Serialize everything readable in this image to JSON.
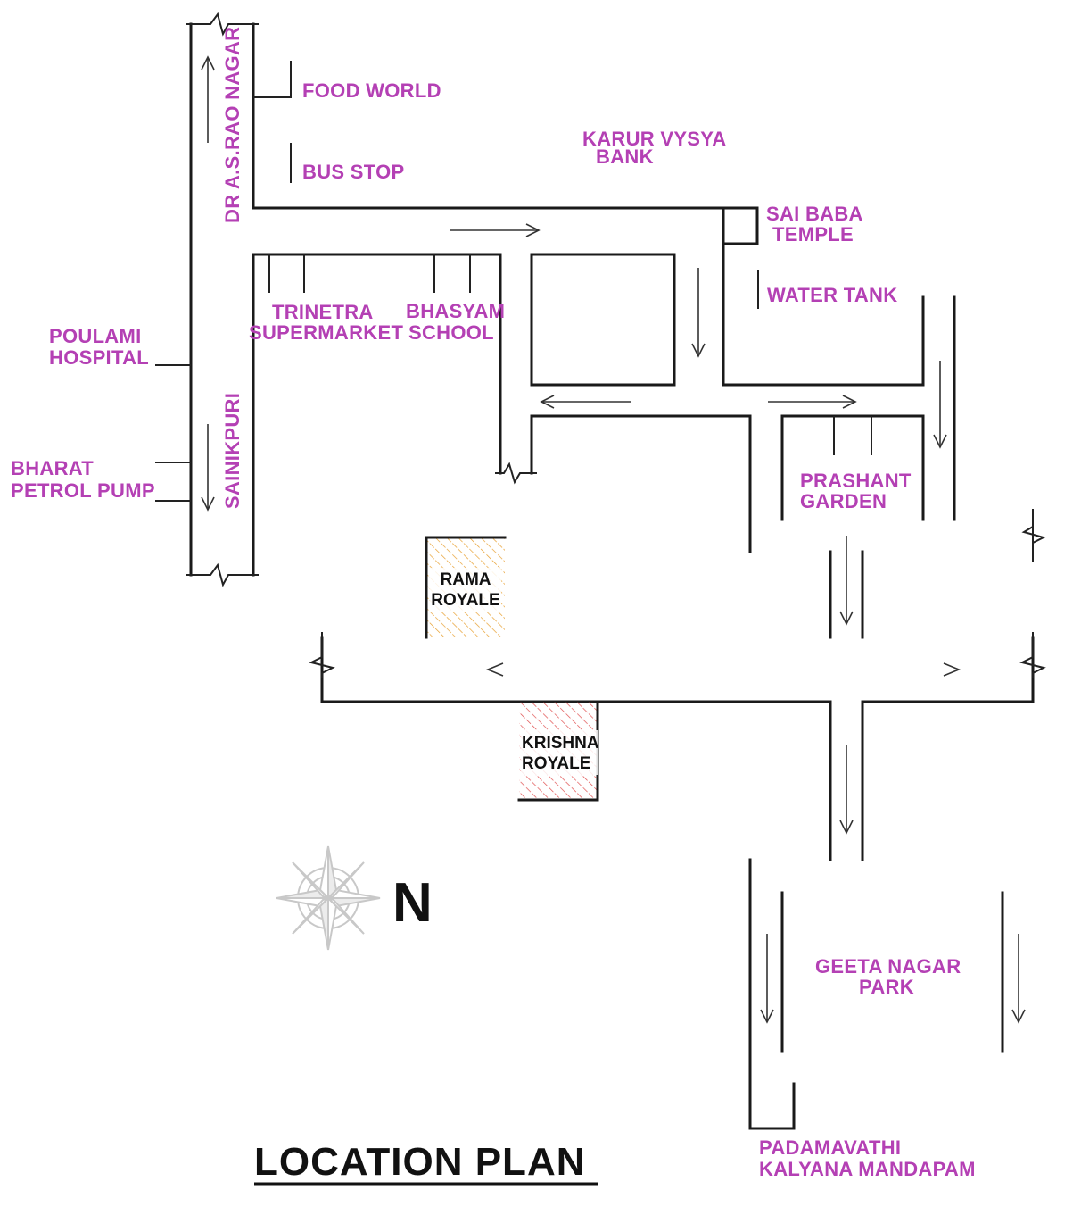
{
  "colors": {
    "label": "#b440b4",
    "road": "#1a1a1a",
    "rama_royale_hatch": "#e8a030",
    "krishna_royale_hatch": "#e05050",
    "compass": "#cfcfcf"
  },
  "roads": {
    "vertical_road_top_label": "DR A.S.RAO NAGAR",
    "vertical_road_bottom_label": "SAINIKPURI"
  },
  "landmarks": {
    "food_world": "FOOD WORLD",
    "bus_stop": "BUS STOP",
    "karur_vysya_bank": [
      "KARUR VYSYA",
      "BANK"
    ],
    "sai_baba_temple": [
      "SAI BABA",
      "TEMPLE"
    ],
    "water_tank": "WATER TANK",
    "poulami_hospital": [
      "POULAMI",
      "HOSPITAL"
    ],
    "bharat_petrol_pump": [
      "BHARAT",
      "PETROL PUMP"
    ],
    "trinetra_supermarket": [
      "TRINETRA",
      "SUPERMARKET"
    ],
    "bhasyam_school": [
      "BHASYAM",
      "SCHOOL"
    ],
    "prashant_garden": [
      "PRASHANT",
      "GARDEN"
    ],
    "geeta_nagar_park": [
      "GEETA NAGAR",
      "PARK"
    ],
    "padamavathi_kalyana_mandapam": [
      "PADAMAVATHI",
      "KALYANA MANDAPAM"
    ]
  },
  "sites": {
    "rama_royale": [
      "RAMA",
      "ROYALE"
    ],
    "krishna_royale": [
      "KRISHNA",
      "ROYALE"
    ]
  },
  "compass": {
    "letter": "N",
    "icon": "compass-rose-icon"
  },
  "title": "LOCATION PLAN"
}
